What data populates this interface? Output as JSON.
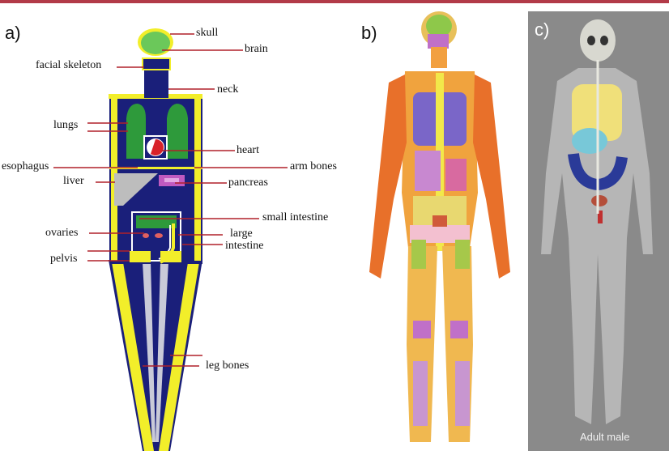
{
  "colors": {
    "top_rule": "#b23a48",
    "body_blue": "#1a1f7a",
    "bone_yellow": "#f2ee2a",
    "organ_green": "#2e9a3b",
    "leader_red": "#b0202a",
    "phantom_bg": "#8a8a8a"
  },
  "panel_a": {
    "label": "a)",
    "labels": {
      "skull": "skull",
      "brain": "brain",
      "facial_skeleton": "facial skeleton",
      "neck": "neck",
      "lungs": "lungs",
      "heart": "heart",
      "esophagus": "esophagus",
      "arm_bones": "arm bones",
      "liver": "liver",
      "pancreas": "pancreas",
      "small_intestine": "small intestine",
      "ovaries": "ovaries",
      "large": "large",
      "intestine": "intestine",
      "pelvis": "pelvis",
      "leg_bones": "leg bones"
    }
  },
  "panel_b": {
    "label": "b)"
  },
  "panel_c": {
    "label": "c)",
    "caption": "Adult male"
  }
}
